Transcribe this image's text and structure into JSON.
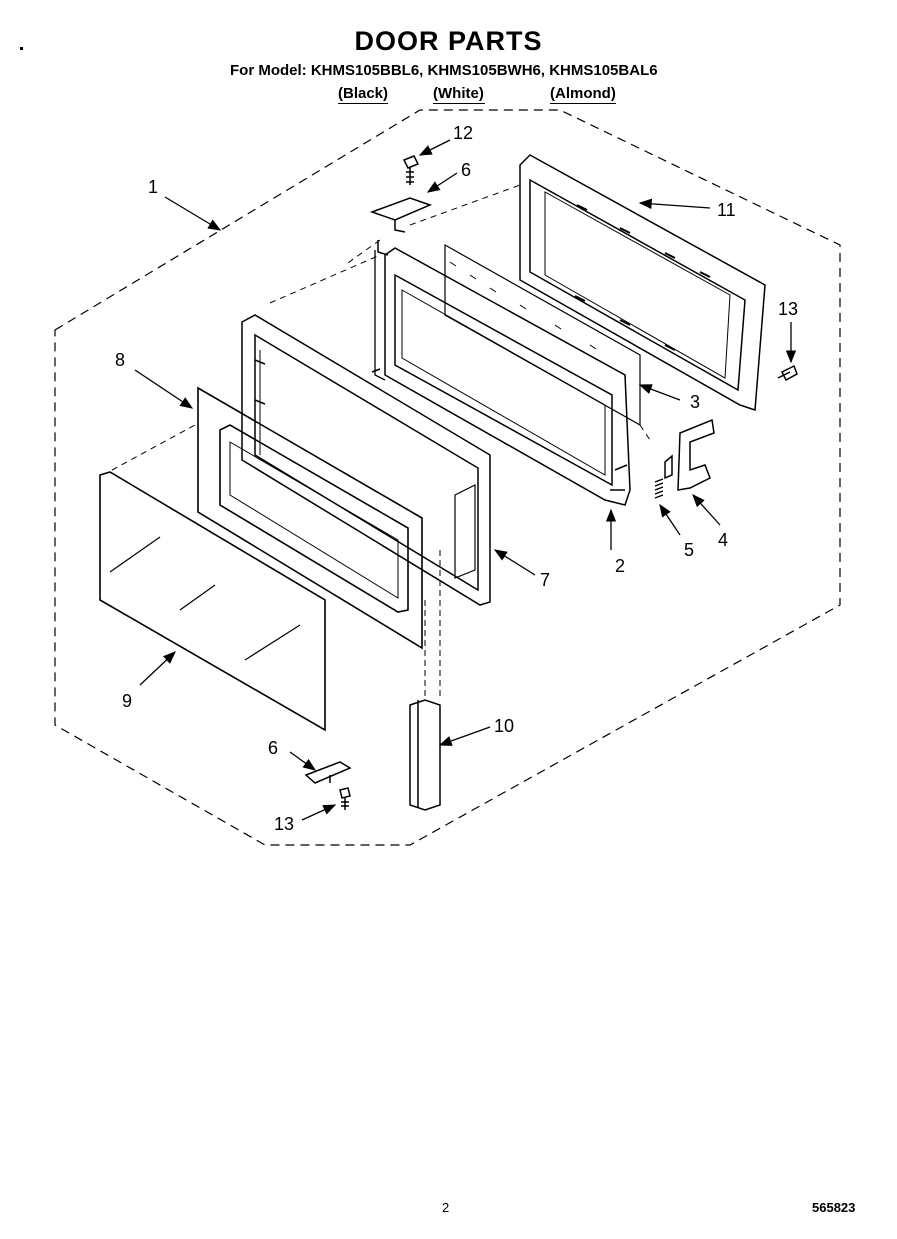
{
  "header": {
    "title": "DOOR PARTS",
    "models": "For Model: KHMS105BBL6, KHMS105BWH6, KHMS105BAL6",
    "variants": [
      "(Black)",
      "(White)",
      "(Almond)"
    ]
  },
  "callouts": [
    {
      "id": "c1",
      "label": "1"
    },
    {
      "id": "c2",
      "label": "2"
    },
    {
      "id": "c3",
      "label": "3"
    },
    {
      "id": "c4",
      "label": "4"
    },
    {
      "id": "c5",
      "label": "5"
    },
    {
      "id": "c6a",
      "label": "6"
    },
    {
      "id": "c6b",
      "label": "6"
    },
    {
      "id": "c7",
      "label": "7"
    },
    {
      "id": "c8",
      "label": "8"
    },
    {
      "id": "c9",
      "label": "9"
    },
    {
      "id": "c10",
      "label": "10"
    },
    {
      "id": "c11",
      "label": "11"
    },
    {
      "id": "c12",
      "label": "12"
    },
    {
      "id": "c13a",
      "label": "13"
    },
    {
      "id": "c13b",
      "label": "13"
    }
  ],
  "footer": {
    "page": "2",
    "code": "565823"
  }
}
